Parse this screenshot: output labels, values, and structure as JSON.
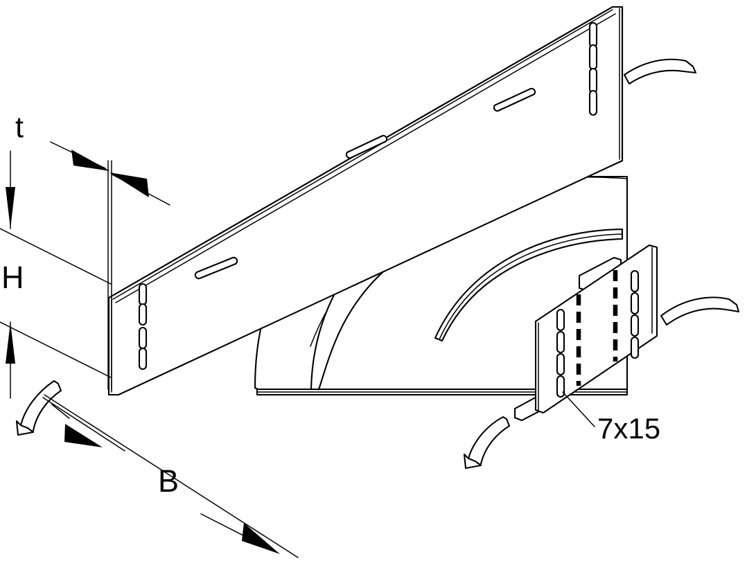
{
  "drawing": {
    "title": "Cable tray bend angle connector - isometric technical drawing",
    "line_color": "#000000",
    "background_color": "#ffffff",
    "stroke_width": 2
  },
  "dimensions": {
    "thickness": {
      "label": "t",
      "name": "material-thickness"
    },
    "height": {
      "label": "H",
      "name": "side-height"
    },
    "width": {
      "label": "B",
      "name": "overall-width"
    }
  },
  "annotations": {
    "slot_size": {
      "label": "7x15",
      "name": "slot-dimension-callout"
    }
  },
  "parts": {
    "upper_plate": {
      "name": "upper-side-plate",
      "slot_count": 4,
      "elongated_slots": 2
    },
    "left_plate": {
      "name": "left-end-plate",
      "slot_count": 4,
      "elongated_slots": 1
    },
    "base_plate": {
      "name": "curved-base-plate",
      "arc_slot_count": 2,
      "rivet_count": 2
    },
    "right_bracket": {
      "name": "right-bracket-plate",
      "visible_slot_columns": 2,
      "hidden_slot_columns": 2,
      "slots_per_column": 4
    }
  },
  "symbols": {
    "rotation_arrows": {
      "name": "rotation-arrow",
      "count": 4
    },
    "dimension_arrows": {
      "name": "dimension-arrow",
      "count": 5
    }
  }
}
